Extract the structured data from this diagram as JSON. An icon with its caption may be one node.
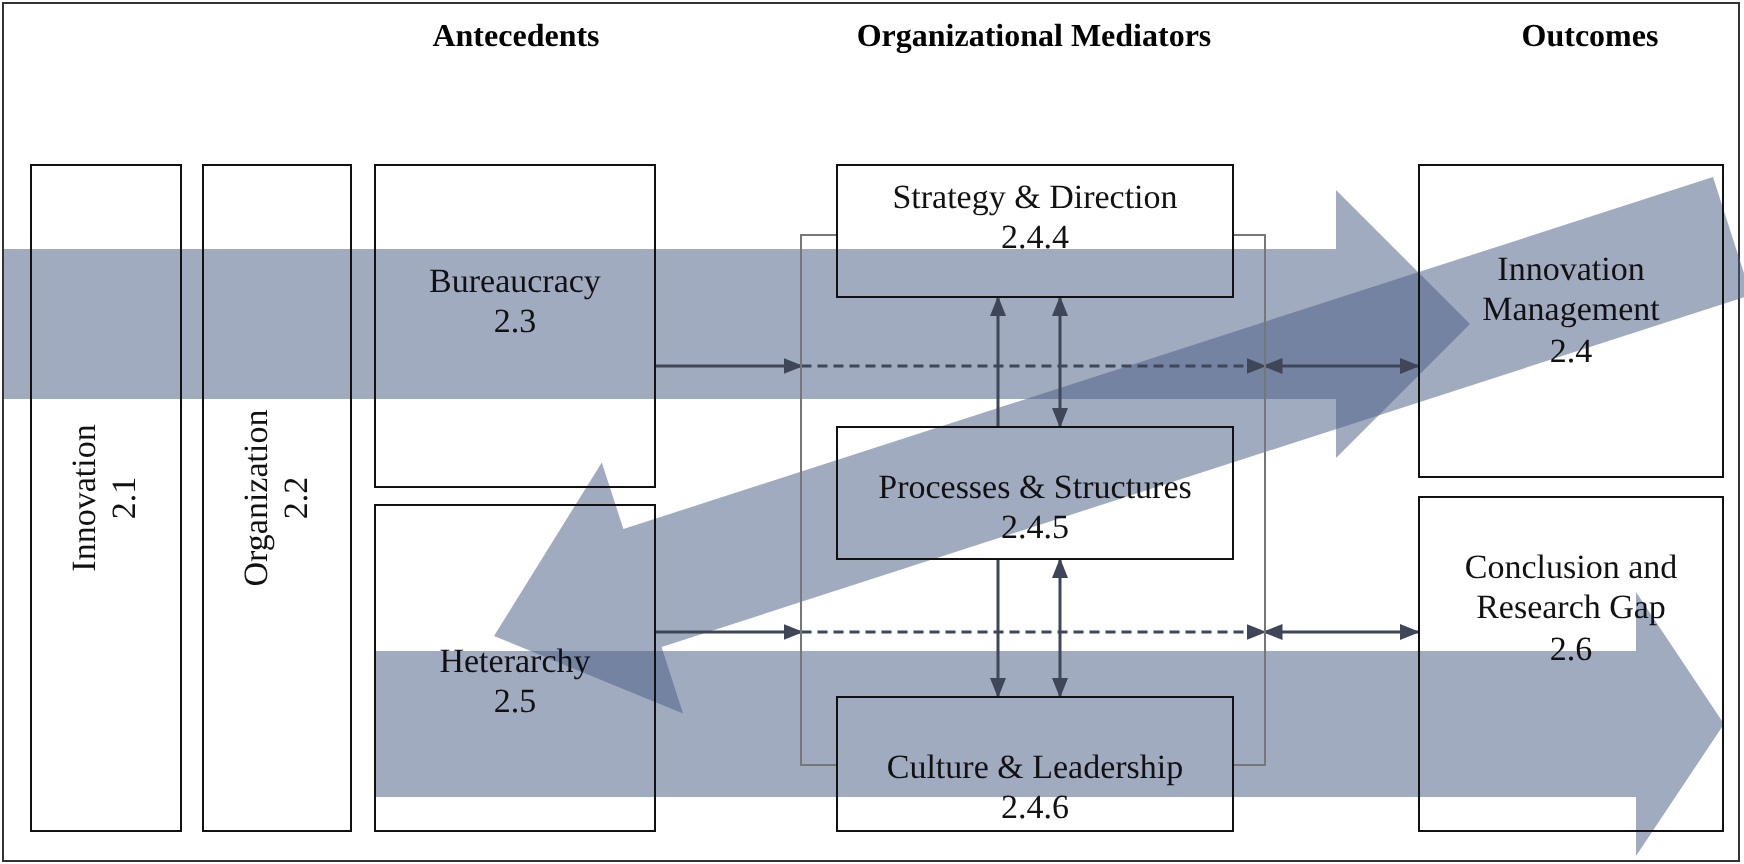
{
  "diagram": {
    "nodes": [
      {
        "text": [
          "Innovation",
          "2.1"
        ]
      },
      {
        "text": [
          "Organization",
          "2.2"
        ]
      },
      {
        "text": [
          "Bureaucracy",
          "2.3"
        ]
      },
      {
        "text": [
          "Heterarchy",
          "2.5"
        ]
      },
      {
        "text": [
          "Strategy & Direction",
          "2.4.4"
        ]
      },
      {
        "text": [
          "Processes & Structures",
          "2.4.5"
        ]
      },
      {
        "text": [
          "Culture & Leadership",
          "2.4.6"
        ]
      },
      {
        "text": [],
        "shape": "bar"
      },
      {
        "text": [],
        "shape": "bar"
      },
      {
        "text": [
          "Innovation Management",
          "2.4"
        ]
      },
      {
        "text": [
          "Conclusion and Research Gap",
          "2.6"
        ]
      }
    ],
    "edges": [
      {
        "from": 2,
        "to": 7,
        "arrow": "to"
      },
      {
        "from": 7,
        "to": 8,
        "arrow": "to",
        "style": "dashed"
      },
      {
        "from": 8,
        "to": 9,
        "arrow": "both"
      },
      {
        "from": 3,
        "to": 7,
        "arrow": "to"
      },
      {
        "from": 7,
        "to": 8,
        "arrow": "to",
        "style": "dashed"
      },
      {
        "from": 8,
        "to": 10,
        "arrow": "both"
      },
      {
        "from": 4,
        "to": 5,
        "arrow": "both"
      },
      {
        "from": 5,
        "to": 6,
        "arrow": "both"
      },
      {
        "from": 5,
        "to": 4,
        "arrow": "to"
      },
      {
        "from": 5,
        "to": 6,
        "arrow": "to"
      },
      {
        "from": 2,
        "to": 9,
        "arrow": "to",
        "style": "thick",
        "color": "#4a5d86"
      },
      {
        "from": 9,
        "to": 3,
        "arrow": "to",
        "style": "thick",
        "color": "#4a5d86"
      },
      {
        "from": 3,
        "to": 10,
        "arrow": "to",
        "style": "thick",
        "color": "#4a5d86"
      }
    ],
    "labels": [
      "Antecedents",
      "Organizational Mediators",
      "Outcomes"
    ]
  }
}
